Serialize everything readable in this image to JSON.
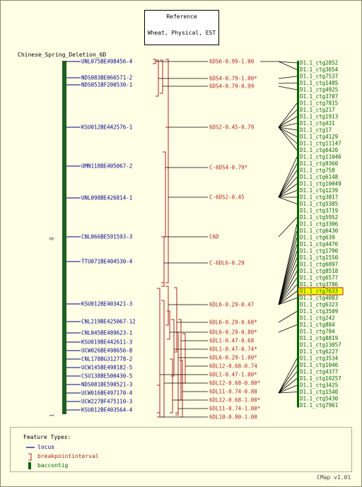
{
  "reference": {
    "heading": "Reference",
    "subheading": "Wheat, Physical, EST"
  },
  "map": {
    "title": "Chinese_Spring_Deletion_6D",
    "scale_start": "0",
    "scale_end": "1"
  },
  "colors": {
    "locus": "#00008b",
    "breakpoint": "#b22222",
    "contig": "#006400",
    "backbone": "#1f5f1f",
    "highlight": "#ffff00",
    "connector": "#000000"
  },
  "loci": [
    {
      "name": "UNL075BE498456-4"
    },
    {
      "name": "NDS083BE066571-2"
    },
    {
      "name": "NDS051BF200530-1"
    },
    {
      "name": "KSU012BE442576-1"
    },
    {
      "name": "UMN118BE405067-2"
    },
    {
      "name": "UNL098BE426814-1"
    },
    {
      "name": "CNL066BE591593-3"
    },
    {
      "name": "TTU071BE404530-4"
    },
    {
      "name": "KSU012BE403421-3"
    },
    {
      "name": "CNL219BE425067-12"
    },
    {
      "name": "CNL045BE489623-1"
    },
    {
      "name": "KSU019BE442611-3"
    },
    {
      "name": "UCW026BE498656-8"
    },
    {
      "name": "CNL178BG312778-2"
    },
    {
      "name": "UCW145BE498182-5"
    },
    {
      "name": "CSU138BE500430-5"
    },
    {
      "name": "NDS081BE590521-3"
    },
    {
      "name": "UCW016BE497170-4"
    },
    {
      "name": "UCW227BF475110-3"
    },
    {
      "name": "KSU012BE403564-4"
    }
  ],
  "breakpoints": [
    {
      "name": "6DS6-0.99-1.00"
    },
    {
      "name": "6DS4-0.79-1.00*"
    },
    {
      "name": "6DS4-0.79-0.99"
    },
    {
      "name": "6DS2-0.45-0.79"
    },
    {
      "name": "C-6DS4-0.79*"
    },
    {
      "name": "C-6DS2-0.45"
    },
    {
      "name": "C6D"
    },
    {
      "name": "C-6DL6-0.29"
    },
    {
      "name": "6DL6-0.29-0.47"
    },
    {
      "name": "6DL6-0.29-0.68*"
    },
    {
      "name": "6DL6-0.29-0.80*"
    },
    {
      "name": "6DL1-0.47-0.68"
    },
    {
      "name": "6DL1-0.47-0.74*"
    },
    {
      "name": "6DL6-0.29-1.00*"
    },
    {
      "name": "6DL12-0.68-0.74"
    },
    {
      "name": "6DL1-0.47-1.00*"
    },
    {
      "name": "6DL12-0.68-0.80*"
    },
    {
      "name": "6DL11-0.74-0.80"
    },
    {
      "name": "6DL12-0.68-1.00*"
    },
    {
      "name": "6DL11-0.74-1.00*"
    },
    {
      "name": "6DL10-0.80-1.00"
    }
  ],
  "contigs": [
    {
      "name": "D1.1_ctg2852"
    },
    {
      "name": "D1.1_ctg3654"
    },
    {
      "name": "D1.1_ctg7537"
    },
    {
      "name": "D1.1_ctg1405"
    },
    {
      "name": "D1.1_ctg4925"
    },
    {
      "name": "D1.1_ctg3707"
    },
    {
      "name": "D1.1_ctg7815"
    },
    {
      "name": "D1.1_ctg217"
    },
    {
      "name": "D1.1_ctg1913"
    },
    {
      "name": "D1.1_ctg431"
    },
    {
      "name": "D1.1_ctg17"
    },
    {
      "name": "D1.1_ctg4129"
    },
    {
      "name": "D1.1_ctg11147"
    },
    {
      "name": "D1.1_ctg6420"
    },
    {
      "name": "D1.1_ctg11046"
    },
    {
      "name": "D1.1_ctg9360"
    },
    {
      "name": "D1.1_ctg758"
    },
    {
      "name": "D1.1_ctg6148"
    },
    {
      "name": "D1.1_ctg10049"
    },
    {
      "name": "D1.1_ctg1239"
    },
    {
      "name": "D1.1_ctg3817"
    },
    {
      "name": "D1.1_ctg5385"
    },
    {
      "name": "D1.1_ctg3719"
    },
    {
      "name": "D1.1_ctg5952"
    },
    {
      "name": "D1.1_ctg3306"
    },
    {
      "name": "D1.1_ctg6430"
    },
    {
      "name": "D1.1_ctg639"
    },
    {
      "name": "D1.1_ctg4476"
    },
    {
      "name": "D1.1_ctg1790"
    },
    {
      "name": "D1.1_ctg1550"
    },
    {
      "name": "D1.1_ctg6897"
    },
    {
      "name": "D1.1_ctg8518"
    },
    {
      "name": "D1.1_ctg6577"
    },
    {
      "name": "D1.1_ctg3786"
    },
    {
      "name": "D1.1_ctg7633",
      "highlighted": true
    },
    {
      "name": "D1.1_ctg4083"
    },
    {
      "name": "D1.1_ctg6323"
    },
    {
      "name": "D1.1_ctg3509"
    },
    {
      "name": "D1.1_ctg242"
    },
    {
      "name": "D1.1_ctg884"
    },
    {
      "name": "D1.1_ctg784"
    },
    {
      "name": "D1.1_ctg8819"
    },
    {
      "name": "D1.1_ctg13057"
    },
    {
      "name": "D1.1_ctg6227"
    },
    {
      "name": "D1.1_ctg3534"
    },
    {
      "name": "D1.1_ctg1046"
    },
    {
      "name": "D1.1_ctg4377"
    },
    {
      "name": "D1.1_ctg10257"
    },
    {
      "name": "D1.1_ctg3425"
    },
    {
      "name": "D1.1_ctg1540"
    },
    {
      "name": "D1.1_ctg5430"
    },
    {
      "name": "D1.1_ctg7961"
    }
  ],
  "legend": {
    "title": "Feature Types:",
    "items": [
      {
        "label": "locus"
      },
      {
        "label": "breakpointinterval"
      },
      {
        "label": "baccontig"
      }
    ]
  },
  "version": "CMap v1.01"
}
